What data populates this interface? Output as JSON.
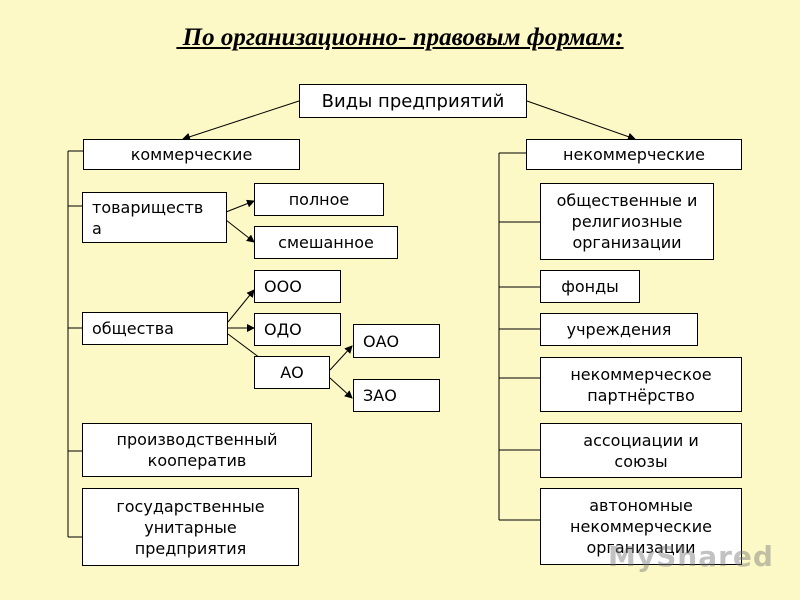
{
  "title": " По организационно- правовым формам:",
  "root": "Виды предприятий",
  "commercial": {
    "header": "коммерческие",
    "partnerships": "товариществ\nа",
    "full": "полное",
    "mixed": "смешанное",
    "companies": "общества",
    "ooo": "ООО",
    "odo": "ОДО",
    "ao": "АО",
    "oao": "ОАО",
    "zao": "ЗАО",
    "coop": "производственный\nкооператив",
    "unitary": "государственные\nунитарные\nпредприятия"
  },
  "noncommercial": {
    "header": "некоммерческие",
    "public_religious": "общественные и\nрелигиозные\nорганизации",
    "funds": "фонды",
    "institutions": "учреждения",
    "partnership": "некоммерческое\nпартнёрство",
    "associations": "ассоциации и\nсоюзы",
    "autonomous": "автономные\nнекоммерческие\nорганизации"
  },
  "watermark": "MyShared"
}
